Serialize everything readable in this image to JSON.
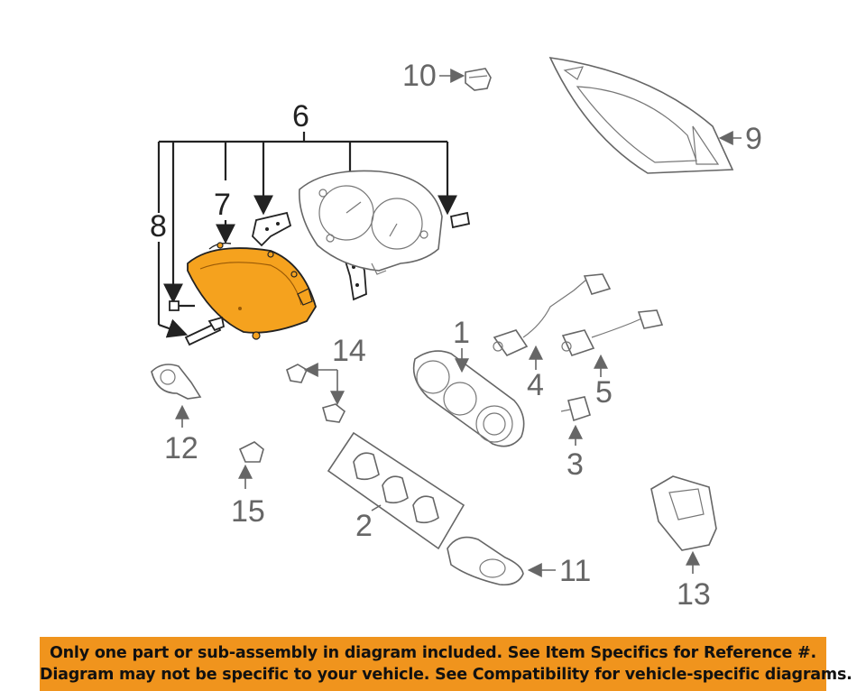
{
  "callouts": {
    "c1": "1",
    "c2": "2",
    "c3": "3",
    "c4": "4",
    "c5": "5",
    "c6": "6",
    "c7": "7",
    "c8": "8",
    "c9": "9",
    "c10": "10",
    "c11": "11",
    "c12": "12",
    "c13": "13",
    "c14": "14",
    "c15": "15"
  },
  "colors": {
    "highlight": "#f5a21e",
    "banner": "#f0941d",
    "line_art": "#666666"
  },
  "footer": {
    "line1": "Only one part or sub-assembly in diagram included. See Item Specifics for Reference #.",
    "line2": "Diagram may not be specific to your vehicle. See Compatibility for vehicle-specific diagrams."
  }
}
